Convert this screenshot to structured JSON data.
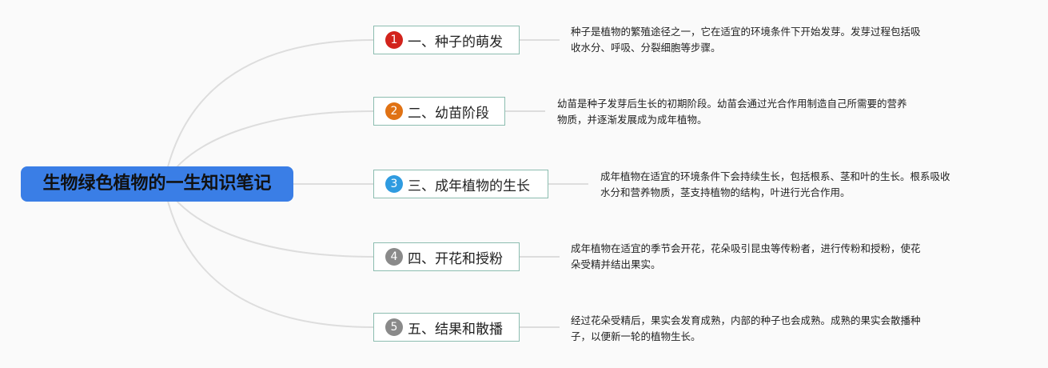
{
  "root": {
    "title": "生物绿色植物的一生知识笔记"
  },
  "topics": [
    {
      "number": "1",
      "label": "一、种子的萌发",
      "badge_color": "#d2231c",
      "description": [
        "种子是植物的繁殖途径之一，它在适宜的环境条件下开始发芽。发芽过程包括吸",
        "收水分、呼吸、分裂细胞等步骤。"
      ]
    },
    {
      "number": "2",
      "label": "二、幼苗阶段",
      "badge_color": "#e07214",
      "description": [
        "幼苗是种子发芽后生长的初期阶段。幼苗会通过光合作用制造自己所需要的营养",
        "物质，并逐渐发展成为成年植物。"
      ]
    },
    {
      "number": "3",
      "label": "三、成年植物的生长",
      "badge_color": "#2f9be0",
      "description": [
        "成年植物在适宜的环境条件下会持续生长，包括根系、茎和叶的生长。根系吸收",
        "水分和营养物质，茎支持植物的结构，叶进行光合作用。"
      ]
    },
    {
      "number": "4",
      "label": "四、开花和授粉",
      "badge_color": "#8a8a8a",
      "description": [
        "成年植物在适宜的季节会开花，花朵吸引昆虫等传粉者，进行传粉和授粉，使花",
        "朵受精并结出果实。"
      ]
    },
    {
      "number": "5",
      "label": "五、结果和散播",
      "badge_color": "#8a8a8a",
      "description": [
        "经过花朵受精后，果实会发育成熟，内部的种子也会成熟。成熟的果实会散播种",
        "子，以便新一轮的植物生长。"
      ]
    }
  ]
}
